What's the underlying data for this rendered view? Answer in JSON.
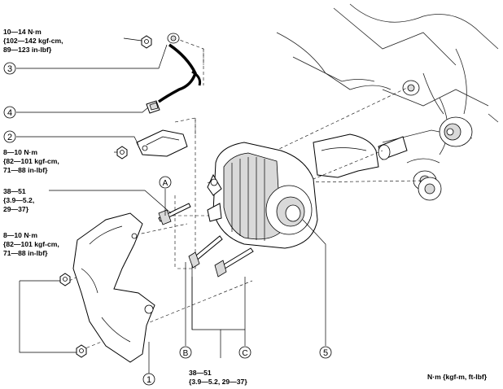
{
  "torque_specs": {
    "ground_terminal_nut": [
      "10—14 N·m",
      "{102—142 kgf-cm,",
      "89—123 in-lbf}"
    ],
    "bracket_bolt": [
      "8—10 N·m",
      "{82—101 kgf-cm,",
      "71—88 in-lbf}"
    ],
    "bolt_a": [
      "38—51",
      "{3.9—5.2,",
      "29—37}"
    ],
    "bracket_nuts": [
      "8—10 N·m",
      "{82—101 kgf-cm,",
      "71—88 in-lbf}"
    ],
    "bolts_b_c": [
      "38—51",
      "{3.9—5.2,  29—37}"
    ]
  },
  "callouts": {
    "n1": "1",
    "n2": "2",
    "n3": "3",
    "n4": "4",
    "n5": "5",
    "a": "A",
    "b": "B",
    "c": "C"
  },
  "unit_note": "N·m {kgf-m, ft-lbf}"
}
